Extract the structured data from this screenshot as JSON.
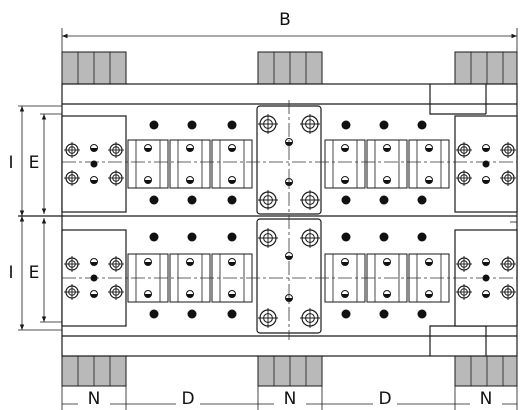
{
  "labels": {
    "overall_width": "B",
    "height_outer": "I",
    "height_inner": "E",
    "block_width": "N",
    "gap_width": "D"
  },
  "colors": {
    "line": "#1a1a1a",
    "block_fill": "#b9b9b9",
    "background": "#ffffff"
  }
}
